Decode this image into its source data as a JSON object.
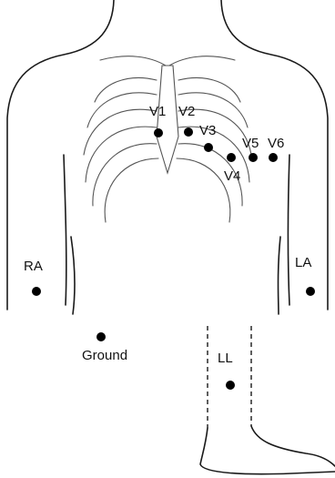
{
  "electrodes": {
    "v1": "V1",
    "v2": "V2",
    "v3": "V3",
    "v4": "V4",
    "v5": "V5",
    "v6": "V6",
    "ra": "RA",
    "la": "LA",
    "ll": "LL",
    "ground": "Ground"
  },
  "colors": {
    "ink": "#1a1a1a",
    "rib": "#555555",
    "dot": "#000000"
  }
}
